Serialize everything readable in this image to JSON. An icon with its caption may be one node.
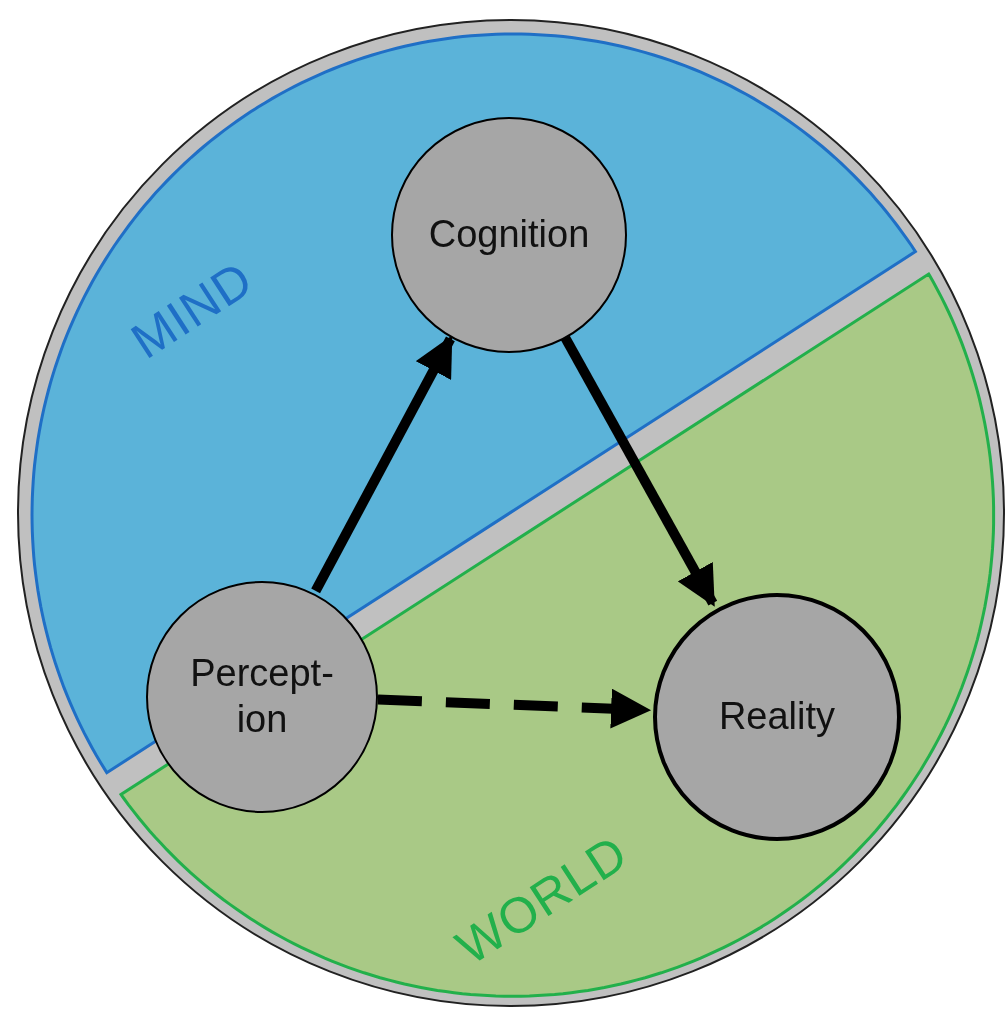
{
  "diagram": {
    "nodes": [
      {
        "text": [],
        "shape": "circle"
      },
      {
        "text": [
          "MIND"
        ],
        "in": 0
      },
      {
        "text": [
          "Cognition"
        ],
        "in": 1
      },
      {
        "text": [
          "Percept- ion"
        ],
        "in": 0
      },
      {
        "text": [
          "WORLD"
        ],
        "in": 0
      },
      {
        "text": [
          "Reality"
        ],
        "in": 4
      }
    ],
    "edges": [
      {
        "from": 3,
        "to": 2,
        "arrow": "to"
      },
      {
        "from": 2,
        "to": 5,
        "arrow": "to"
      },
      {
        "from": 3,
        "to": 5,
        "arrow": "to",
        "style": "dashed"
      }
    ]
  }
}
